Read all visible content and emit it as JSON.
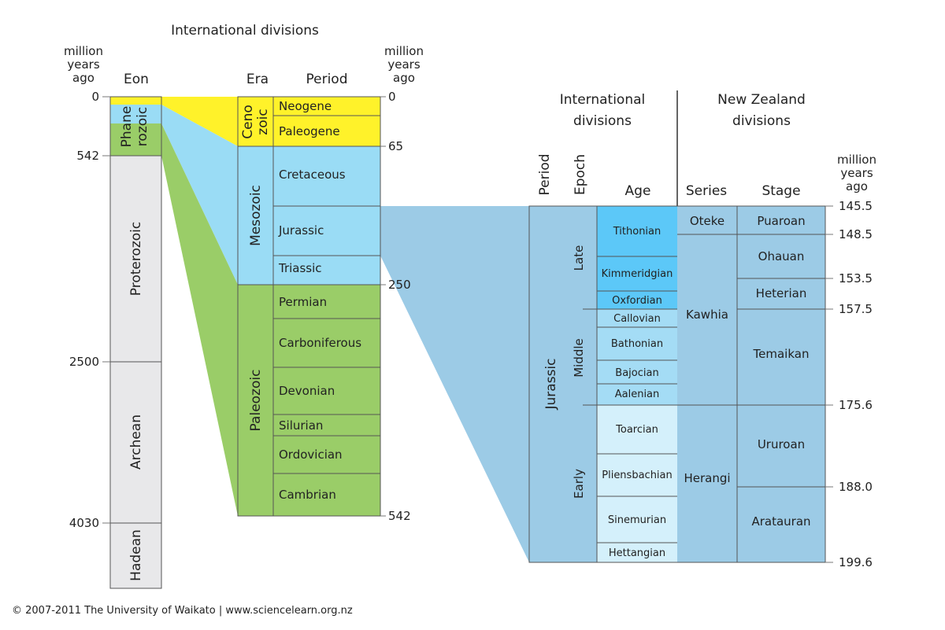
{
  "title": "International divisions",
  "mya_label": [
    "million",
    "years",
    "ago"
  ],
  "headers": {
    "eon": "Eon",
    "era": "Era",
    "period": "Period"
  },
  "eons": [
    "Phane",
    "rozoic",
    "Proterozoic",
    "Archean",
    "Hadean"
  ],
  "eon_ticks": [
    "0",
    "542",
    "2500",
    "4030"
  ],
  "eras": [
    "Ceno",
    "zoic",
    "Mesozoic",
    "Paleozoic"
  ],
  "periods": [
    "Neogene",
    "Paleogene",
    "Cretaceous",
    "Jurassic",
    "Triassic",
    "Permian",
    "Carboniferous",
    "Devonian",
    "Silurian",
    "Ordovician",
    "Cambrian"
  ],
  "period_ticks": [
    "0",
    "65",
    "250",
    "542"
  ],
  "detail": {
    "intl_title": [
      "International",
      "divisions"
    ],
    "nz_title": [
      "New Zealand",
      "divisions"
    ],
    "headers": {
      "period": "Period",
      "epoch": "Epoch",
      "age": "Age",
      "series": "Series",
      "stage": "Stage"
    },
    "period": "Jurassic",
    "epochs": [
      "Late",
      "Middle",
      "Early"
    ],
    "ages": [
      "Tithonian",
      "Kimmeridgian",
      "Oxfordian",
      "Callovian",
      "Bathonian",
      "Bajocian",
      "Aalenian",
      "Toarcian",
      "Pliensbachian",
      "Sinemurian",
      "Hettangian"
    ],
    "series": [
      "Oteke",
      "Kawhia",
      "Herangi"
    ],
    "stages": [
      "Puaroan",
      "Ohauan",
      "Heterian",
      "Temaikan",
      "Ururoan",
      "Aratauran"
    ],
    "ticks": [
      "145.5",
      "148.5",
      "153.5",
      "157.5",
      "175.6",
      "188.0",
      "199.6"
    ]
  },
  "colors": {
    "cenozoic": "#fff22a",
    "mesozoic": "#9adcf5",
    "paleozoic": "#9acd68",
    "precambrian": "#e8e8ea",
    "jurassic": "#9ccbe6",
    "late": "#5cc8f8",
    "middle": "#a4dcf5",
    "early": "#d4f0fb"
  },
  "footer": "© 2007-2011 The University of Waikato | www.sciencelearn.org.nz"
}
